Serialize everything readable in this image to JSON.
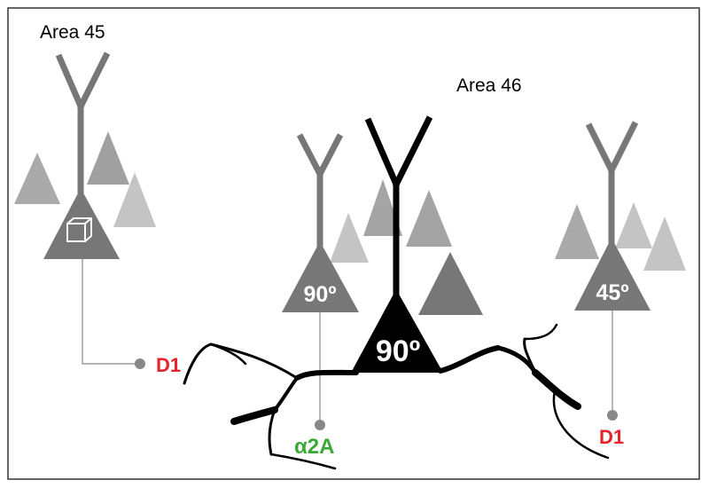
{
  "areas": {
    "area45": "Area 45",
    "area46": "Area 46"
  },
  "neurons": {
    "left_marker_icon": "cube-icon",
    "middle_label": "90º",
    "center_label": "90º",
    "right_label": "45º"
  },
  "receptors": {
    "left": "D1",
    "middle": "α2A",
    "right": "D1"
  },
  "colors": {
    "frame": "#333333",
    "neuron_dark_gray": "#777777",
    "neuron_mid_gray": "#999999",
    "neuron_light_gray": "#bbbbbb",
    "neuron_black": "#000000",
    "d1_red": "#e8232b",
    "a2a_green": "#3aa835",
    "connector": "#777777"
  }
}
